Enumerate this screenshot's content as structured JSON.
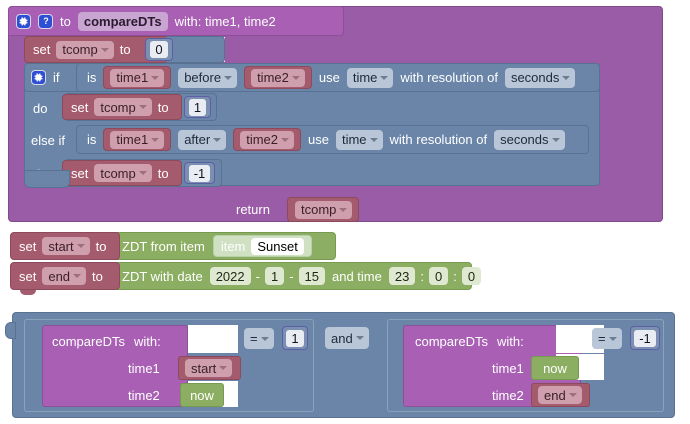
{
  "editor": {
    "name": "blockly-workspace",
    "background": "#ffffff"
  },
  "palette": {
    "procedure": "#9a5ca6",
    "procedure_light": "#a85fb4",
    "variable": "#a55b6e",
    "control": "#6a85a8",
    "datetime": "#8cae62",
    "number_fill": "#7b8fb0",
    "number_border": "#5c5fa4",
    "icon_blue": "#2e4fd4"
  },
  "procedure_block": {
    "gear_icon": "gear-icon",
    "help_icon": "help-icon",
    "to_label": "to",
    "name": "compareDTs",
    "params_label": "with: time1, time2",
    "statements": [
      {
        "type": "set",
        "set_label": "set",
        "variable": "tcomp",
        "to_label": "to",
        "value": "0"
      }
    ],
    "if_block": {
      "gear_icon": "gear-icon",
      "if_label": "if",
      "do_label": "do",
      "else_if_label": "else if",
      "branches": [
        {
          "condition": {
            "is_label": "is",
            "operand_a": "time1",
            "comparator": "before",
            "operand_b": "time2",
            "use_label": "use",
            "unit": "time",
            "resolution_label": "with resolution of",
            "resolution": "seconds"
          },
          "body": {
            "set_label": "set",
            "variable": "tcomp",
            "to_label": "to",
            "value": "1"
          }
        },
        {
          "condition": {
            "is_label": "is",
            "operand_a": "time1",
            "comparator": "after",
            "operand_b": "time2",
            "use_label": "use",
            "unit": "time",
            "resolution_label": "with resolution of",
            "resolution": "seconds"
          },
          "body": {
            "set_label": "set",
            "variable": "tcomp",
            "to_label": "to",
            "value": "-1"
          }
        }
      ]
    },
    "return_row": {
      "return_label": "return",
      "value": "tcomp"
    }
  },
  "set_start_block": {
    "set_label": "set",
    "variable": "start",
    "to_label": "to",
    "value_block": {
      "label": "ZDT from item",
      "item_label": "item",
      "item_value": "Sunset"
    }
  },
  "set_end_block": {
    "set_label": "set",
    "variable": "end",
    "to_label": "to",
    "value_block": {
      "label": "ZDT with date",
      "year": "2022",
      "dash1": "-",
      "month": "1",
      "dash2": "-",
      "day": "15",
      "and_time_label": "and time",
      "hour": "23",
      "colon1": ":",
      "minute": "0",
      "colon2": ":",
      "second": "0"
    }
  },
  "logic_block": {
    "operator": "and",
    "left": {
      "call_label": "compareDTs",
      "with_label": "with:",
      "args": [
        {
          "name": "time1",
          "value": "start",
          "value_kind": "variable"
        },
        {
          "name": "time2",
          "value": "now",
          "value_kind": "datetime"
        }
      ],
      "comparator": "=",
      "compare_value": "1"
    },
    "right": {
      "call_label": "compareDTs",
      "with_label": "with:",
      "args": [
        {
          "name": "time1",
          "value": "now",
          "value_kind": "datetime"
        },
        {
          "name": "time2",
          "value": "end",
          "value_kind": "variable"
        }
      ],
      "comparator": "=",
      "compare_value": "-1"
    }
  }
}
